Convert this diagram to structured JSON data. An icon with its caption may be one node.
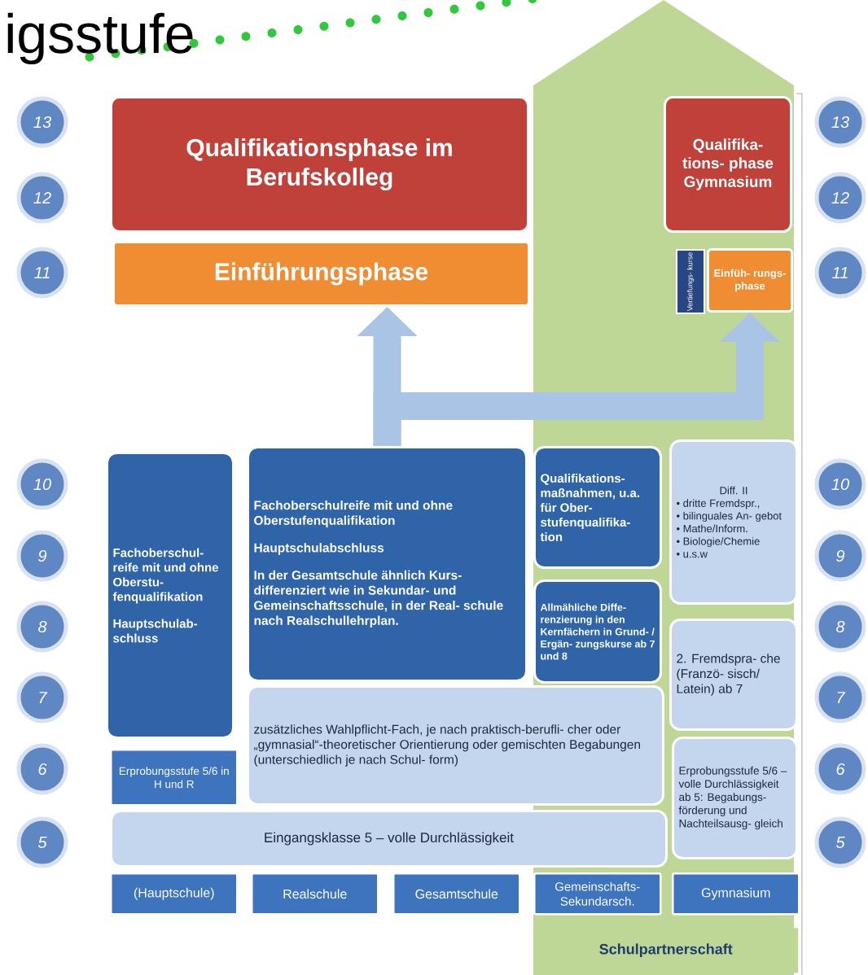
{
  "diagram": {
    "title": "igsstufe",
    "nodes": [
      {
        "text": [
          "Qualifikationsphase im Berufskolleg"
        ]
      },
      {
        "text": [
          "Einführungsphase"
        ]
      },
      {
        "text": [
          "Qualifika- tions- phase Gymnasium"
        ]
      },
      {
        "text": [
          "Vertiefungs- kurse"
        ]
      },
      {
        "text": [
          "Einfüh- rungs- phase"
        ]
      },
      {
        "text": [
          "Fachoberschul- reife mit und ohne Oberstu- fenqualifikation",
          "Hauptschulab- schluss"
        ]
      },
      {
        "text": [
          "Fachoberschulreife mit und ohne Oberstufenqualifikation",
          "Hauptschulabschluss",
          "In der Gesamtschule ähnlich Kurs- differenziert wie in Sekundar- und Gemeinschaftsschule, in der Real- schule nach Realschullehrplan."
        ]
      },
      {
        "text": [
          "Qualifikations- maßnahmen, u.a. für Ober- stufenqualifika- tion"
        ]
      },
      {
        "text": [
          "Diff. II",
          "• dritte Fremdspr.,",
          "• bilinguales An- gebot",
          "• Mathe/Inform.",
          "• Biologie/Chemie",
          "• u.s.w"
        ]
      },
      {
        "text": [
          "Allmähliche Diffe- renzierung in den Kernfächern in Grund- / Ergän- zungskurse ab 7 und 8"
        ]
      },
      {
        "text": [
          "2. Fremdspra- che (Franzö- sisch/ Latein) ab 7"
        ]
      },
      {
        "text": [
          "Erprobungsstufe 5/6 in H und R"
        ]
      },
      {
        "text": [
          "zusätzliches Wahlpflicht-Fach, je nach praktisch-berufli- cher oder „gymnasial“-theoretischer Orientierung oder gemischten Begabungen (unterschiedlich je nach Schul- form)"
        ]
      },
      {
        "text": [
          "Erprobungsstufe 5/6 – volle Durchlässigkeit ab 5: Begabungs- förderung und Nachteilsausg- gleich"
        ]
      },
      {
        "text": [
          "Eingangsklasse 5 – volle Durchlässigkeit"
        ]
      },
      {
        "text": [
          "(Hauptschule)"
        ]
      },
      {
        "text": [
          "Realschule"
        ]
      },
      {
        "text": [
          "Gesamtschule"
        ]
      },
      {
        "text": [
          "Gemeinschafts- Sekundarsch."
        ]
      },
      {
        "text": [
          "Gymnasium"
        ]
      },
      {
        "text": [
          "Schulpartnerschaft"
        ]
      },
      {
        "text": [
          "13"
        ]
      },
      {
        "text": [
          "12"
        ]
      },
      {
        "text": [
          "11"
        ]
      },
      {
        "text": [
          "10"
        ]
      },
      {
        "text": [
          "9"
        ]
      },
      {
        "text": [
          "8"
        ]
      },
      {
        "text": [
          "7"
        ]
      },
      {
        "text": [
          "6"
        ]
      },
      {
        "text": [
          "5"
        ]
      },
      {
        "text": [
          "13"
        ]
      },
      {
        "text": [
          "12"
        ]
      },
      {
        "text": [
          "11"
        ]
      },
      {
        "text": [
          "10"
        ]
      },
      {
        "text": [
          "9"
        ]
      },
      {
        "text": [
          "8"
        ]
      },
      {
        "text": [
          "7"
        ]
      },
      {
        "text": [
          "6"
        ]
      },
      {
        "text": [
          "5"
        ]
      }
    ],
    "edges": [
      {
        "from": 6,
        "to": 1,
        "arrow": "to"
      },
      {
        "from": 6,
        "to": 4,
        "arrow": "to"
      }
    ]
  }
}
